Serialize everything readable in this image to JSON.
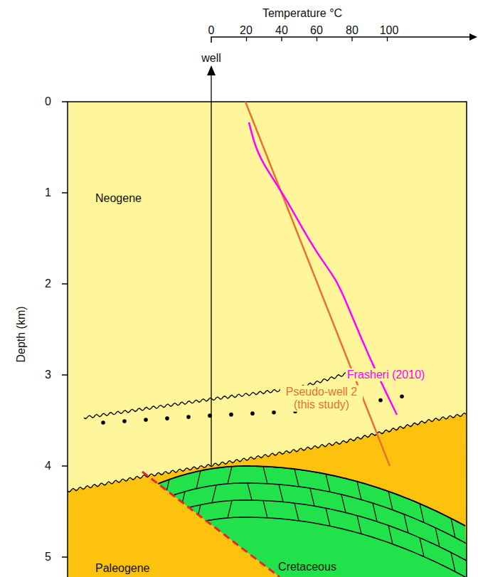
{
  "diagram": {
    "labels": [
      "Temperature °C",
      "0",
      "20",
      "40",
      "60",
      "80",
      "100",
      "well",
      "0",
      "1",
      "2",
      "3",
      "4",
      "5",
      "Depth (km)",
      "Neogene",
      "Paleogene",
      "Cretaceous",
      "Frasheri (2010)",
      "Pseudo-well 2 (this study)"
    ]
  }
}
